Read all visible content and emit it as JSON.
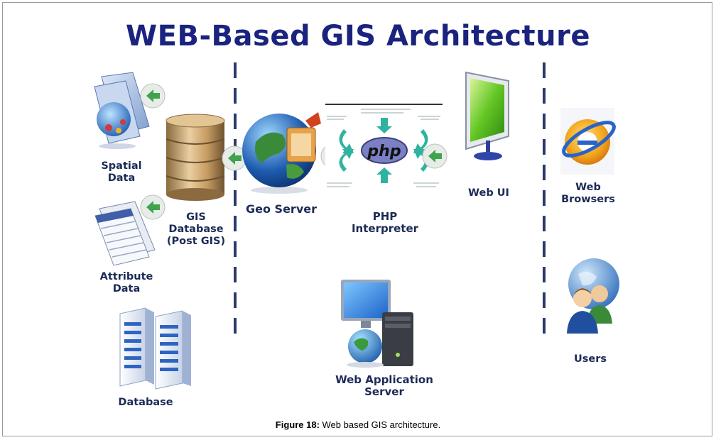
{
  "title": "WEB-Based GIS Architecture",
  "labels": {
    "spatial_data": [
      "Spatial",
      "Data"
    ],
    "gis_database": [
      "GIS",
      "Database",
      "(Post GIS)"
    ],
    "attribute_data": [
      "Attribute",
      "Data"
    ],
    "database": [
      "Database"
    ],
    "geo_server": [
      "Geo Server"
    ],
    "php_interpreter": [
      "PHP",
      "Interpreter"
    ],
    "php_logo_text": "php",
    "web_ui": [
      "Web UI"
    ],
    "web_browsers": [
      "Web",
      "Browsers"
    ],
    "users": [
      "Users"
    ],
    "web_application_server": [
      "Web Application",
      "Server"
    ]
  },
  "caption": {
    "prefix": "Figure 18:",
    "text": " Web based GIS architecture."
  },
  "colors": {
    "title": "#1a237e",
    "label": "#1c2a56",
    "divider": "#2b3a6b",
    "arrow_green": "#3fa34d"
  },
  "icons": {
    "spatial_data": "spatial-data-icon",
    "gis_database": "database-cylinder-icon",
    "attribute_data": "attribute-table-icon",
    "database": "server-racks-icon",
    "geo_server": "globe-icon",
    "php": "php-logo-icon",
    "web_ui": "monitor-icon",
    "web_browsers": "browser-icon",
    "users": "users-icon",
    "web_application_server": "computer-icon"
  }
}
